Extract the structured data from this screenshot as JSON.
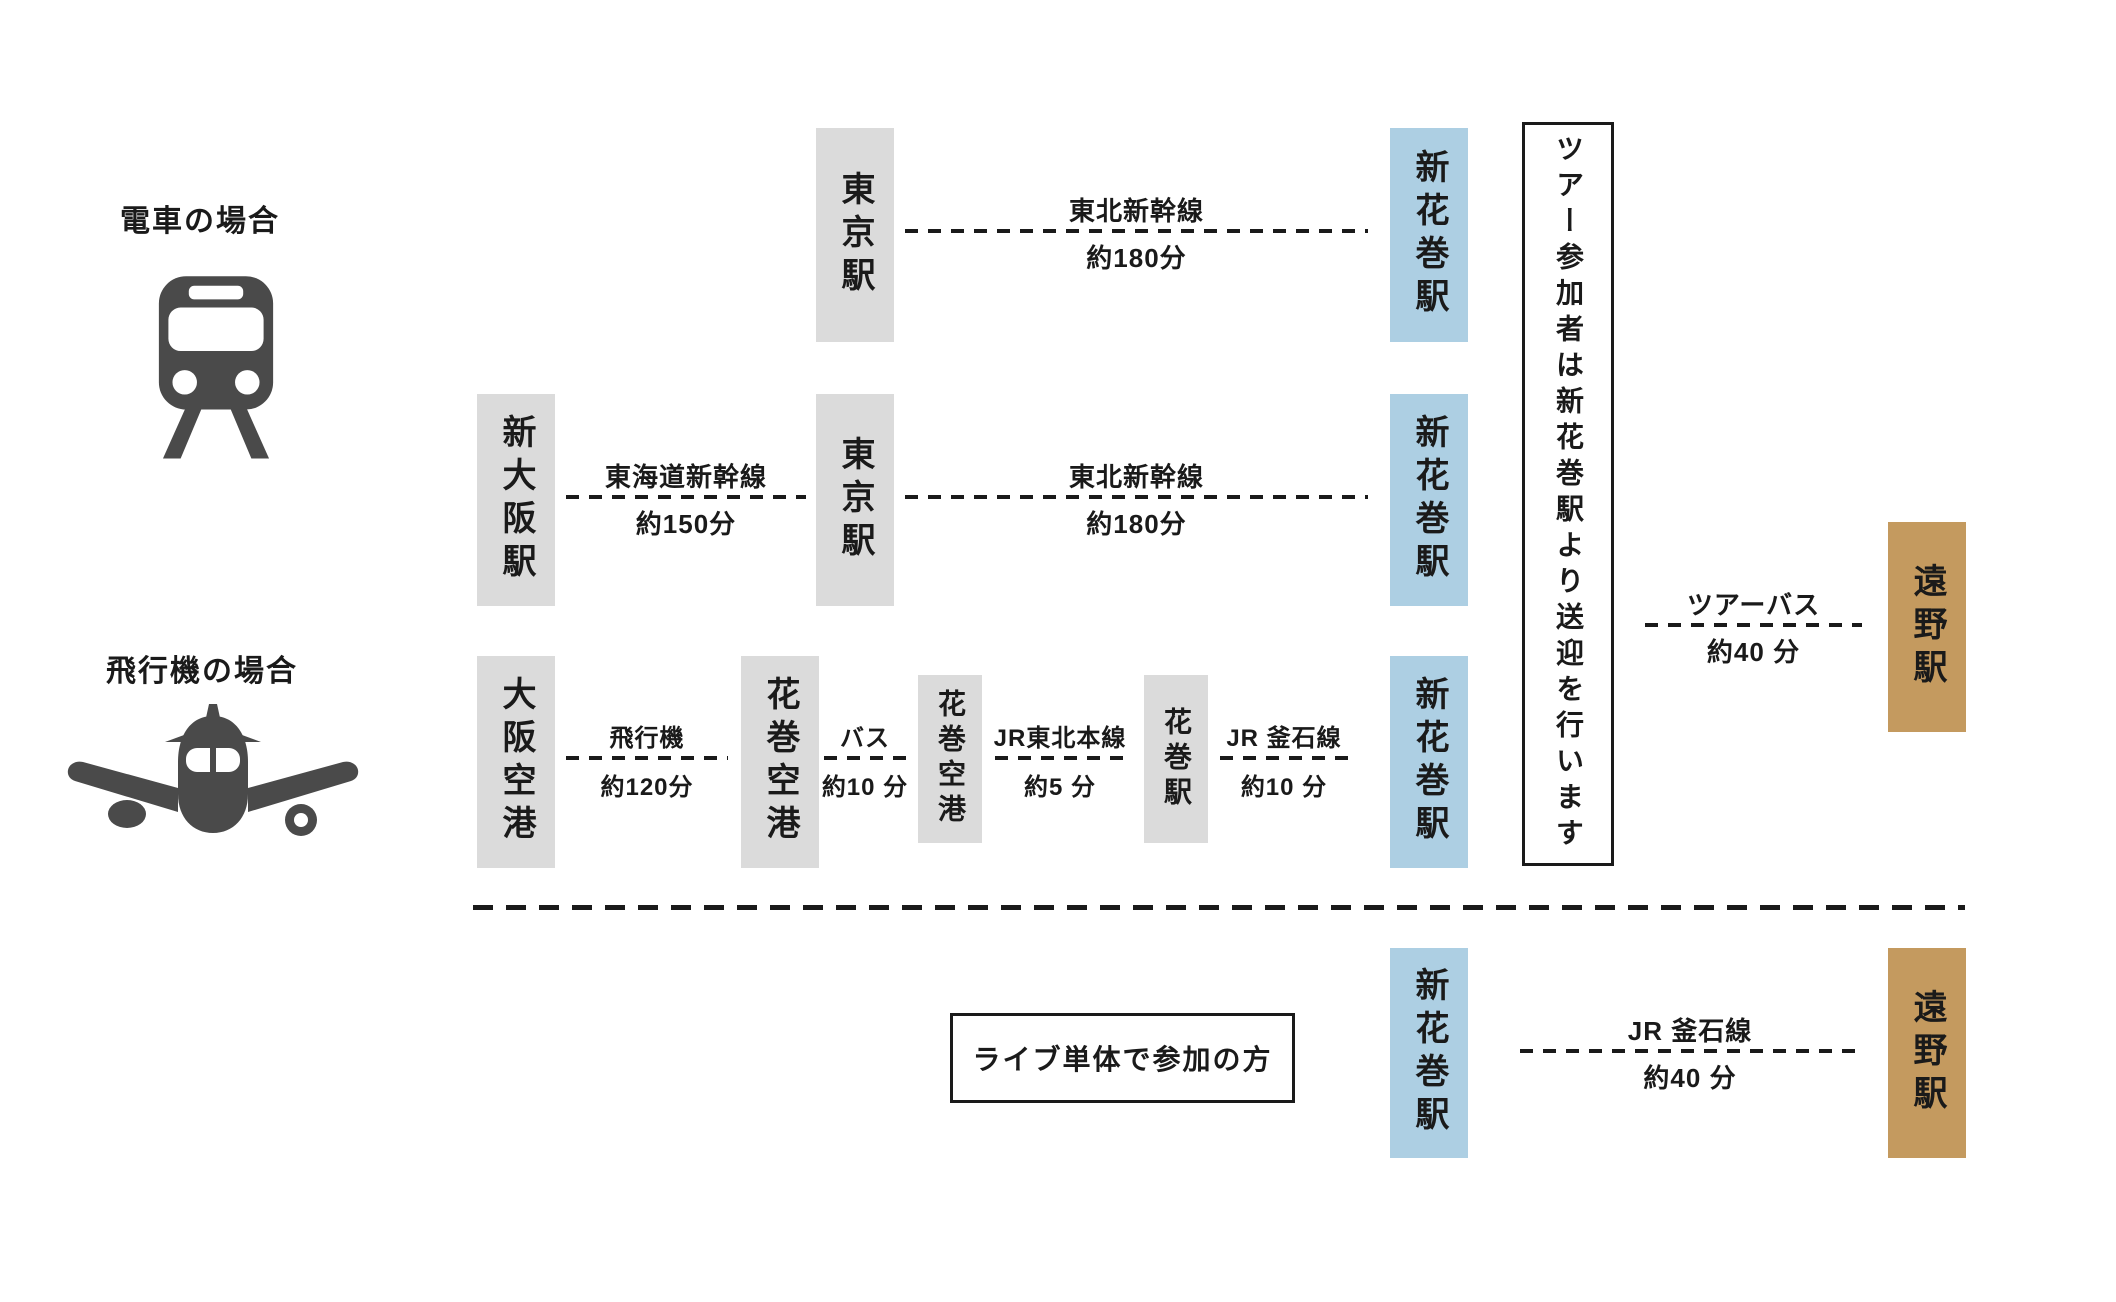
{
  "colors": {
    "bg": "#ffffff",
    "gray": "#dbdbdb",
    "blue": "#adcfe3",
    "tan": "#c49a5f",
    "ink": "#1a1a1a",
    "icon": "#4a4a4a"
  },
  "sections": {
    "train_label": "電車の場合",
    "plane_label": "飛行機の場合"
  },
  "icons": {
    "train": "train-front-icon",
    "plane": "airplane-front-icon"
  },
  "nodes": {
    "tokyo1": "東京駅",
    "shinhanamaki1": "新花巻駅",
    "shinosaka": "新大阪駅",
    "tokyo2": "東京駅",
    "shinhanamaki2": "新花巻駅",
    "osaka_airport": "大阪空港",
    "hanamaki_airport1": "花巻空港",
    "hanamaki_airport2": "花巻空港",
    "hanamaki_sta": "花巻駅",
    "shinhanamaki3": "新花巻駅",
    "tono1": "遠野駅",
    "shinhanamaki4": "新花巻駅",
    "tono2": "遠野駅"
  },
  "routes": {
    "r1": {
      "line": "東北新幹線",
      "time": "約180分"
    },
    "r2a": {
      "line": "東海道新幹線",
      "time": "約150分"
    },
    "r2b": {
      "line": "東北新幹線",
      "time": "約180分"
    },
    "r3a": {
      "line": "飛行機",
      "time": "約120分"
    },
    "r3b": {
      "line": "バス",
      "time": "約10 分"
    },
    "r3c": {
      "line": "JR東北本線",
      "time": "約5 分"
    },
    "r3d": {
      "line": "JR 釜石線",
      "time": "約10 分"
    },
    "tour": {
      "line": "ツアーバス",
      "time": "約40 分"
    },
    "bottom": {
      "line": "JR 釜石線",
      "time": "約40 分"
    }
  },
  "notes": {
    "tour_pickup": "ツアー参加者は新花巻駅より送迎を行います",
    "live_only": "ライブ単体で参加の方"
  }
}
